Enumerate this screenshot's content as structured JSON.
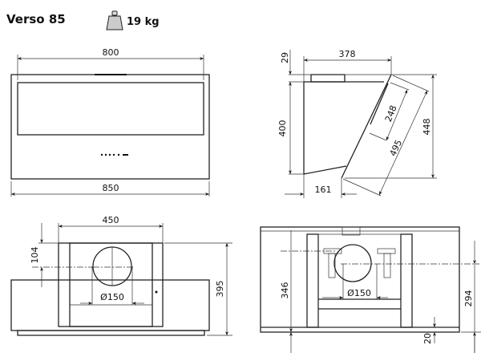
{
  "header": {
    "model": "Verso 85",
    "weight_icon": "weight-icon",
    "weight": "19 kg"
  },
  "front_view": {
    "width_inner": "800",
    "width_outer": "850"
  },
  "side_view": {
    "top_height": "29",
    "depth": "378",
    "height": "400",
    "total_height": "448",
    "glass_length": "495",
    "handle_length": "248",
    "bottom_depth": "161"
  },
  "rear_view_left": {
    "chimney_width": "450",
    "outlet_offset": "104",
    "total_height": "395",
    "outlet_diameter": "Ø150"
  },
  "rear_view_right": {
    "height_left": "346",
    "outlet_height": "294",
    "bottom_gap": "20",
    "outlet_diameter": "Ø150"
  }
}
